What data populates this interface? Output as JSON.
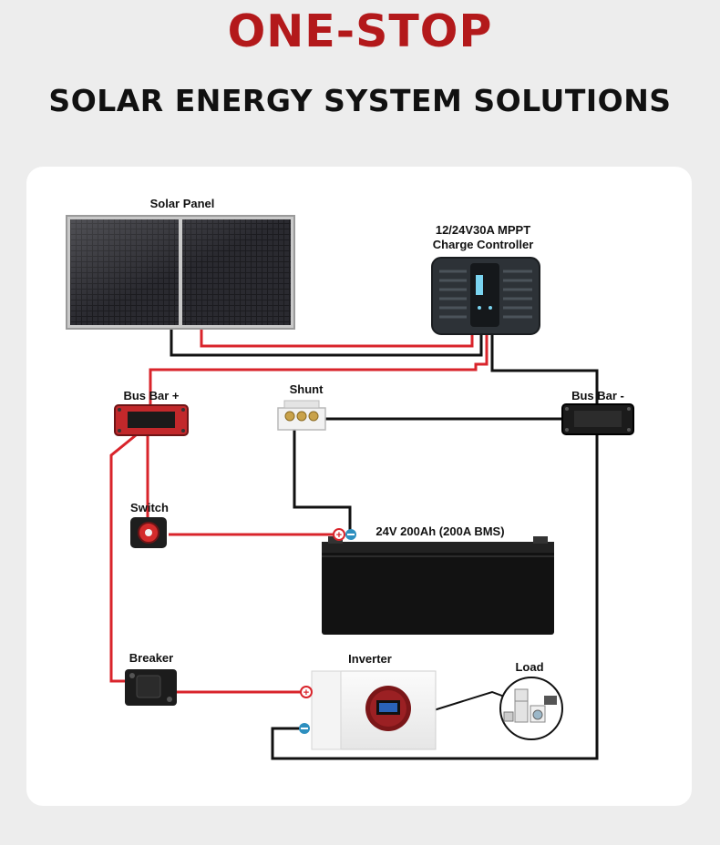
{
  "header": {
    "title": "ONE-STOP",
    "subtitle": "SOLAR ENERGY SYSTEM SOLUTIONS"
  },
  "components": {
    "solar_panel": "Solar Panel",
    "charge_controller_line1": "12/24V30A MPPT",
    "charge_controller_line2": "Charge Controller",
    "bus_bar_pos": "Bus Bar +",
    "bus_bar_neg": "Bus Bar -",
    "shunt": "Shunt",
    "switch": "Switch",
    "battery": "24V 200Ah (200A BMS)",
    "breaker": "Breaker",
    "inverter": "Inverter",
    "load": "Load"
  },
  "colors": {
    "title_red": "#b3191b",
    "positive_wire": "#d9242b",
    "negative_wire": "#111111"
  }
}
